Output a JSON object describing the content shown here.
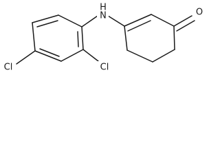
{
  "structure": {
    "atoms": {
      "amine": "H\nN",
      "carbonyl_oxygen": "O",
      "chloro_ortho": "Cl",
      "chloro_para": "Cl"
    }
  }
}
